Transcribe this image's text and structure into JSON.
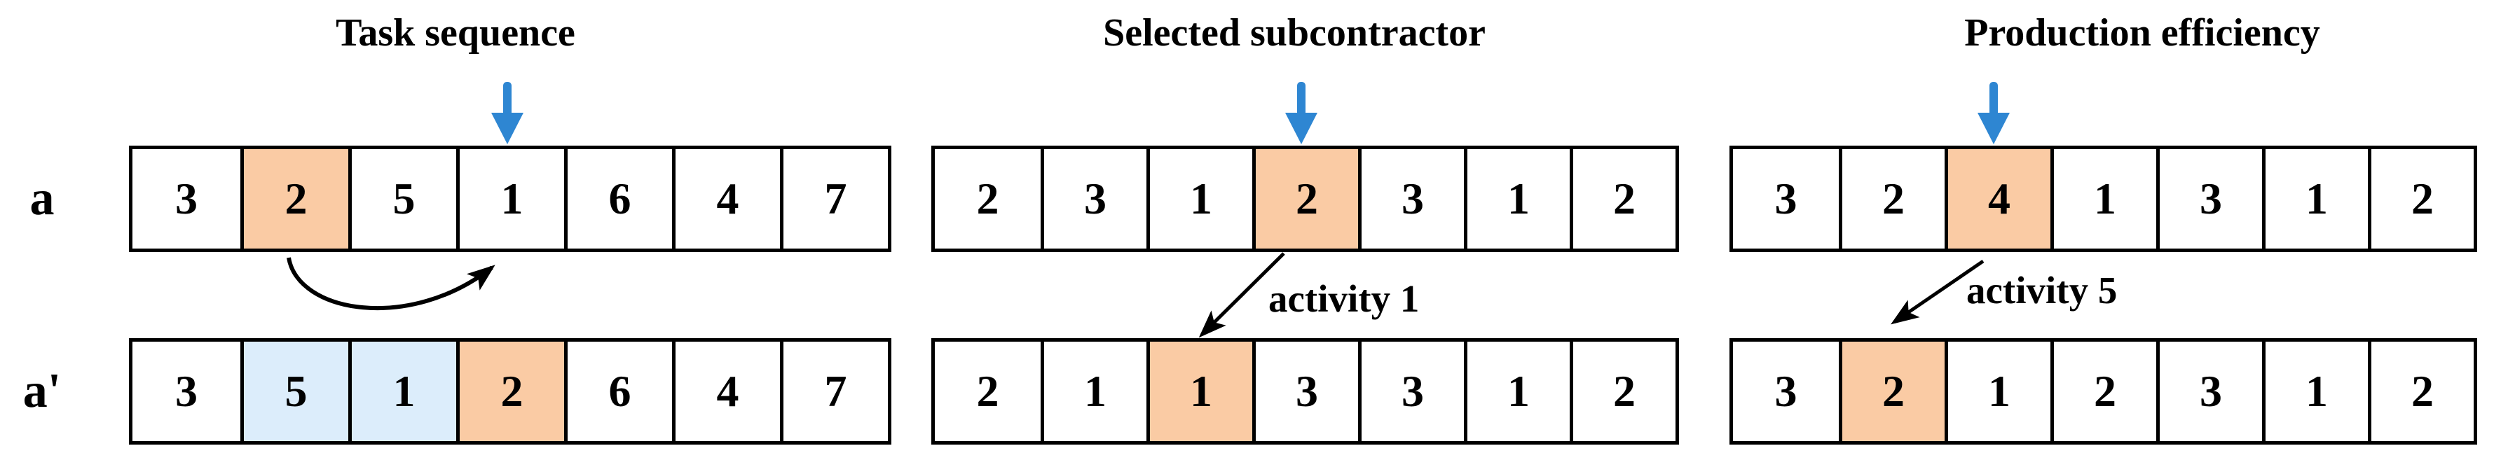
{
  "colors": {
    "highlight_orange": "#FACBA4",
    "highlight_blue": "#DCEDFB",
    "pointer_blue": "#2E86D2",
    "line_black": "#000000"
  },
  "row_labels": {
    "top": "a",
    "bottom": "a'"
  },
  "groups": [
    {
      "title": "Task sequence",
      "row_a": {
        "values": [
          "3",
          "2",
          "5",
          "1",
          "6",
          "4",
          "7"
        ],
        "highlights": {
          "1": "orange"
        }
      },
      "row_a_prime": {
        "values": [
          "3",
          "5",
          "1",
          "2",
          "6",
          "4",
          "7"
        ],
        "highlights": {
          "1": "blue",
          "2": "blue",
          "3": "orange"
        }
      }
    },
    {
      "title": "Selected subcontractor",
      "activity_label": "activity 1",
      "row_a": {
        "values": [
          "2",
          "3",
          "1",
          "2",
          "3",
          "1",
          "2"
        ],
        "highlights": {
          "3": "orange"
        }
      },
      "row_a_prime": {
        "values": [
          "2",
          "1",
          "1",
          "3",
          "3",
          "1",
          "2"
        ],
        "highlights": {
          "2": "orange"
        }
      }
    },
    {
      "title": "Production efficiency",
      "activity_label": "activity 5",
      "row_a": {
        "values": [
          "3",
          "2",
          "4",
          "1",
          "3",
          "1",
          "2"
        ],
        "highlights": {
          "2": "orange"
        }
      },
      "row_a_prime": {
        "values": [
          "3",
          "2",
          "1",
          "2",
          "3",
          "1",
          "2"
        ],
        "highlights": {
          "1": "orange"
        }
      }
    }
  ]
}
